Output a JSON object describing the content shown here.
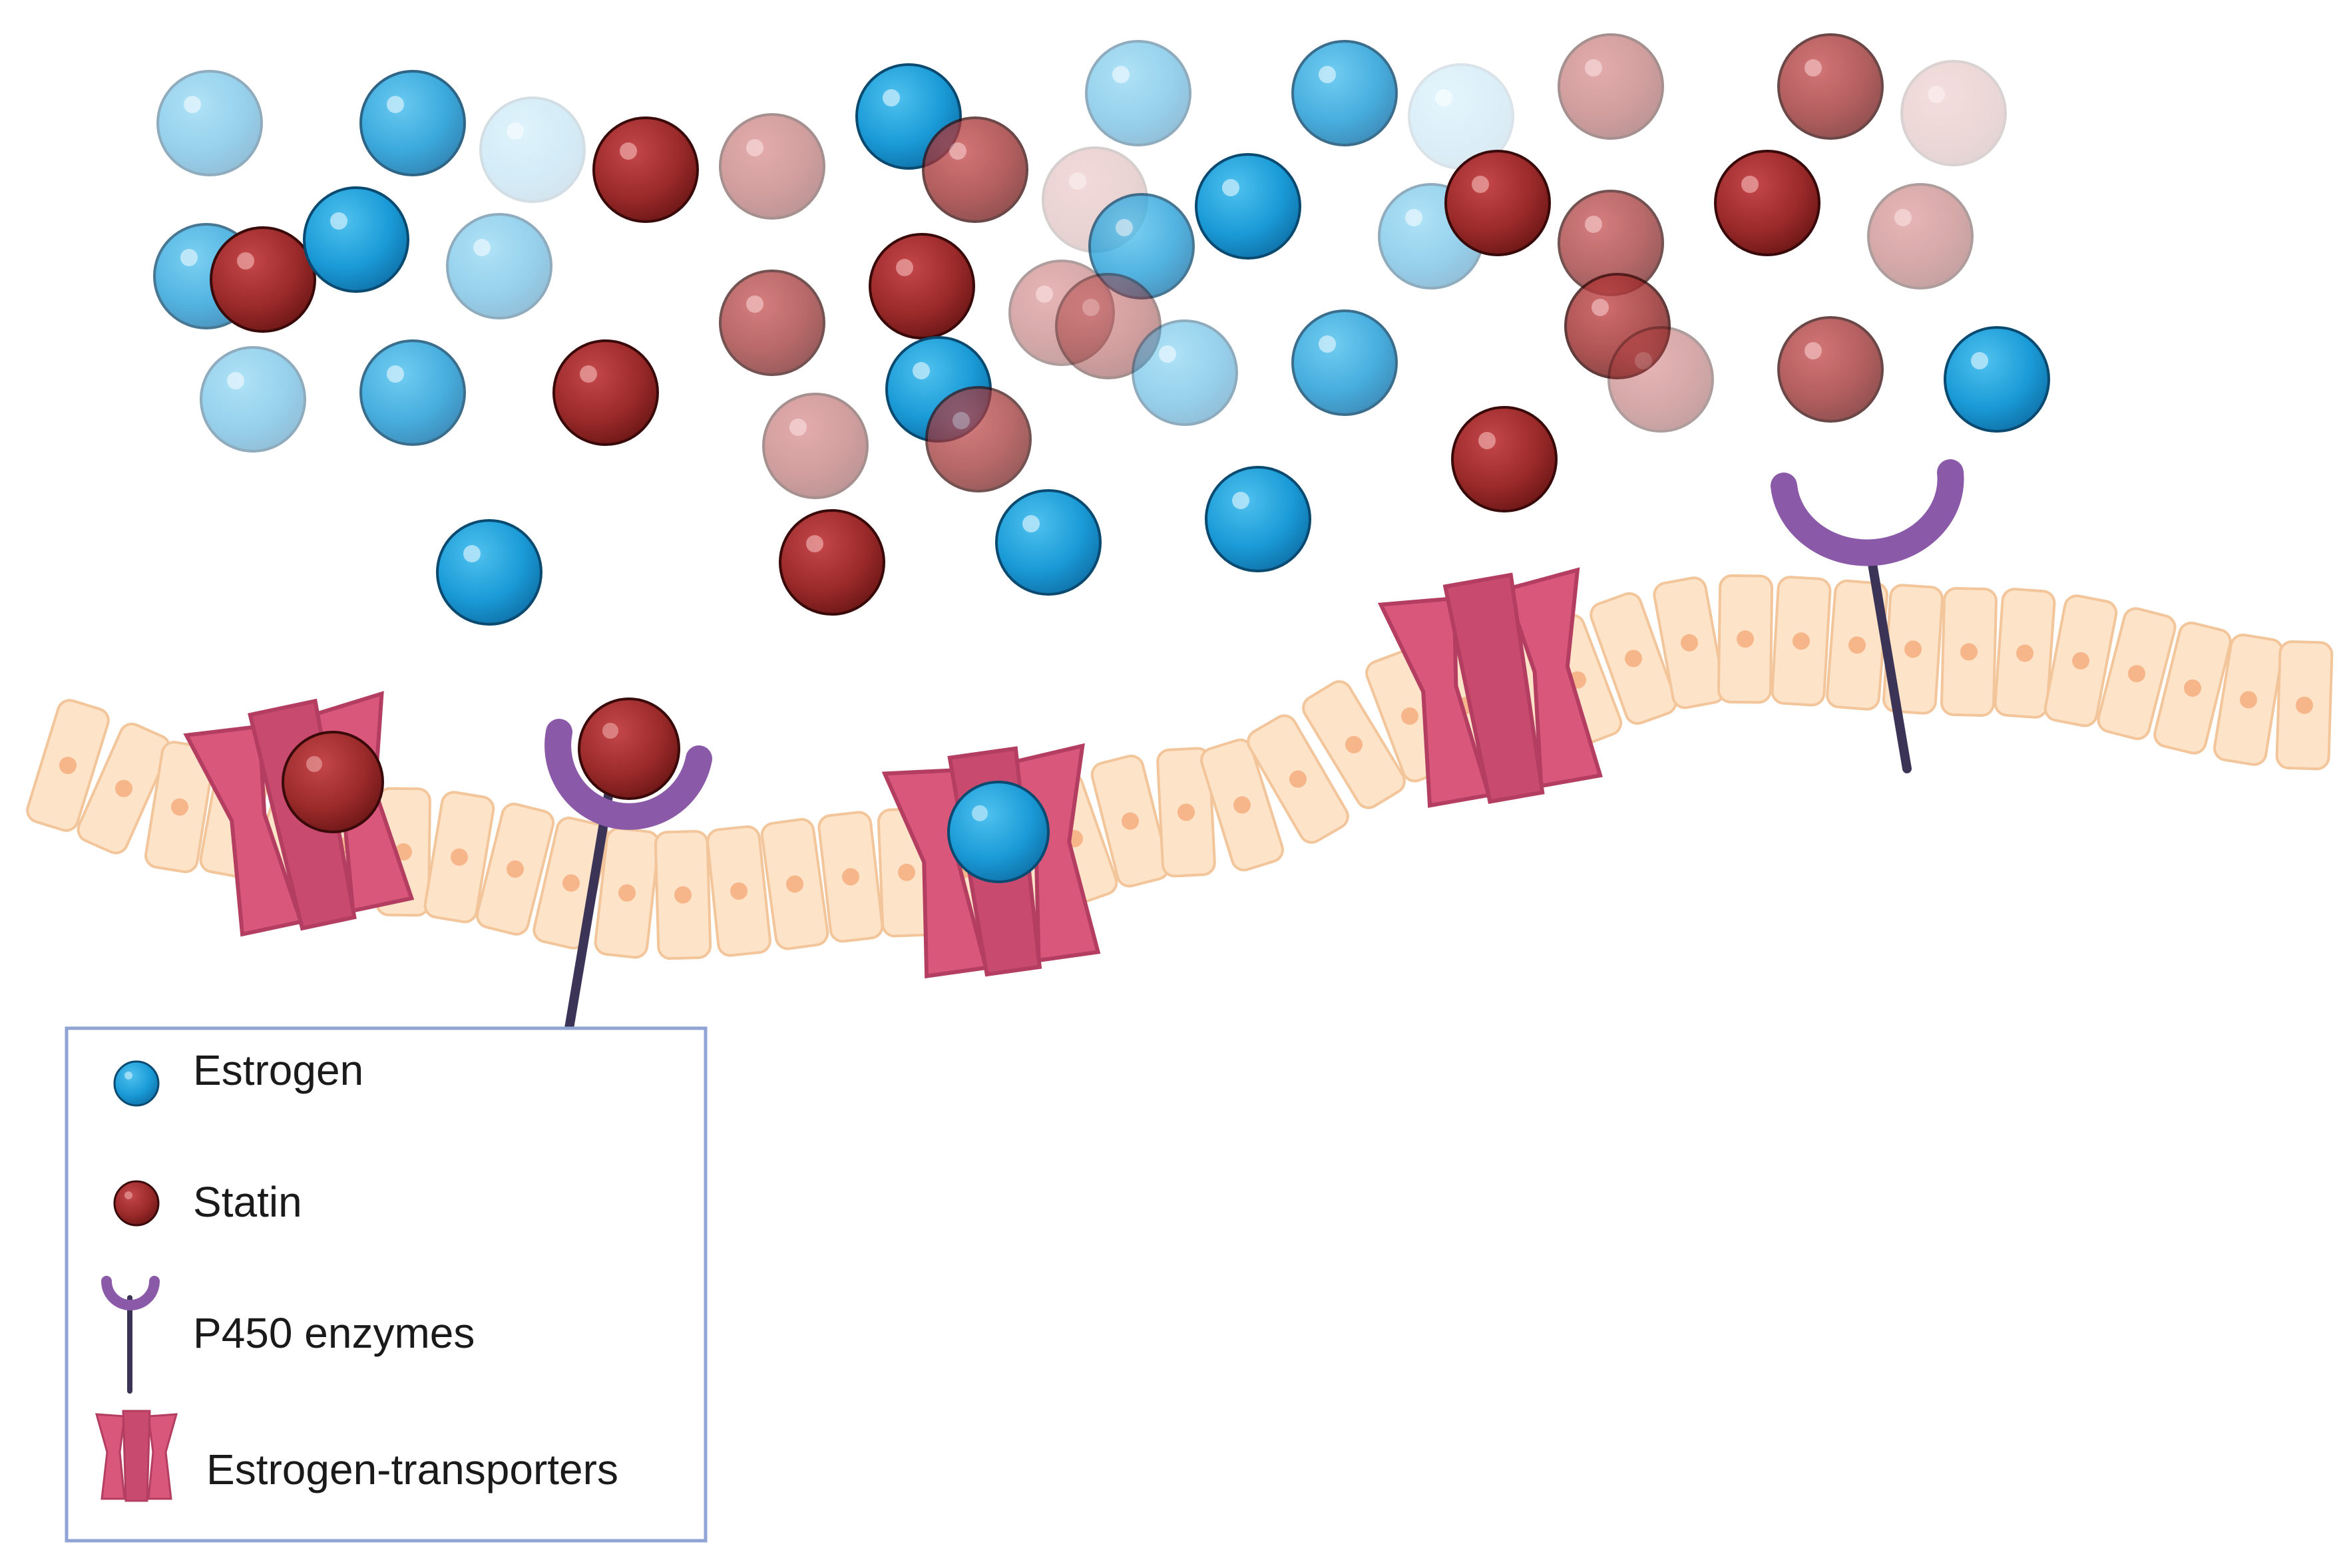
{
  "legend": {
    "items": [
      {
        "label": "Estrogen",
        "icon": "estrogen-molecule-icon"
      },
      {
        "label": "Statin",
        "icon": "statin-molecule-icon"
      },
      {
        "label": "P450 enzymes",
        "icon": "p450-enzyme-icon"
      },
      {
        "label": "Estrogen-transporters",
        "icon": "estrogen-transporter-icon"
      }
    ]
  },
  "colors": {
    "estrogen": "#1a9bd7",
    "statin": "#9b2a2a",
    "membrane_cell": "#fde3c8",
    "membrane_nucleus": "#f7b68a",
    "transporter": "#d9577a",
    "enzyme": "#8a5aa8",
    "enzyme_stem": "#3b3457",
    "legend_border": "#8fa4d4"
  }
}
